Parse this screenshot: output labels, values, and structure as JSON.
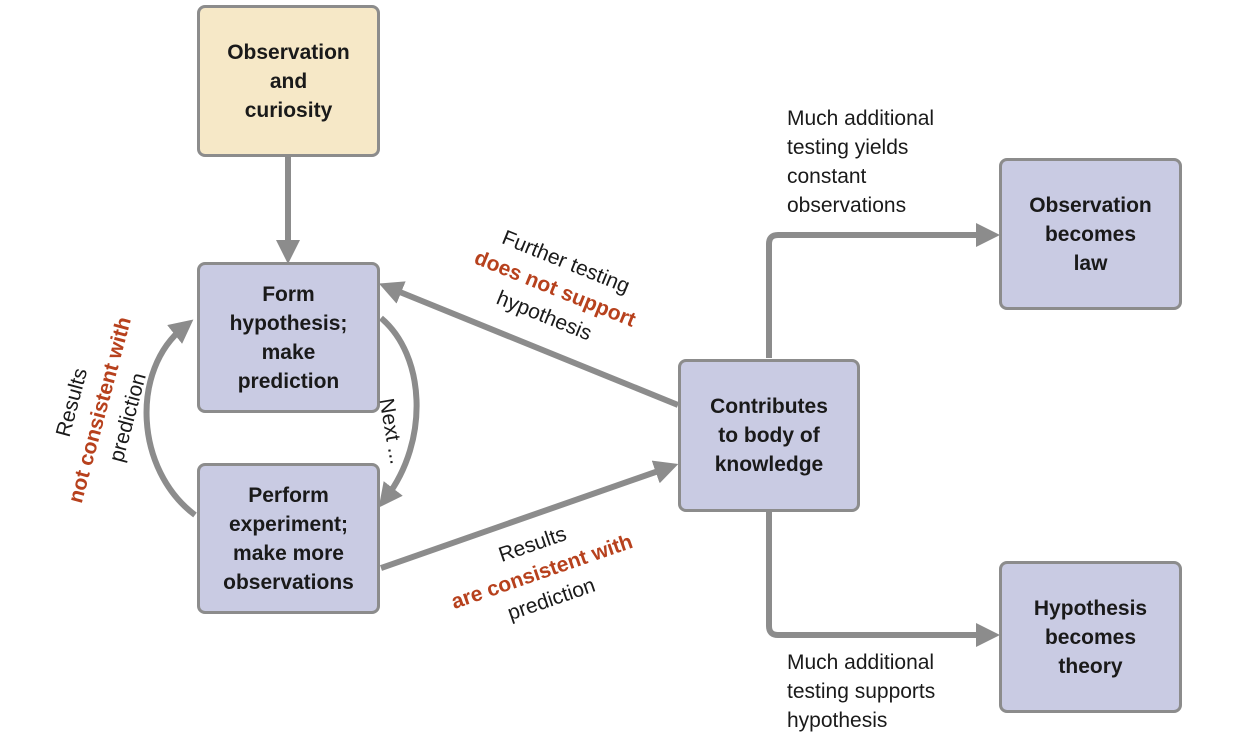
{
  "boxes": {
    "observation": [
      "Observation",
      "and",
      "curiosity"
    ],
    "hypothesis": [
      "Form",
      "hypothesis;",
      "make",
      "prediction"
    ],
    "experiment": [
      "Perform",
      "experiment;",
      "make more",
      "observations"
    ],
    "knowledge": [
      "Contributes",
      "to body of",
      "knowledge"
    ],
    "law": [
      "Observation",
      "becomes",
      "law"
    ],
    "theory": [
      "Hypothesis",
      "becomes",
      "theory"
    ]
  },
  "labels": {
    "next": "Next ...",
    "not_consistent": {
      "line1": "Results",
      "line2": "not consistent with",
      "line3": "prediction"
    },
    "not_supported": {
      "line1": "Further testing",
      "line2": "does not support",
      "line3": "hypothesis"
    },
    "consistent": {
      "line1": "Results",
      "line2": "are consistent with",
      "line3": "prediction"
    },
    "law_path": [
      "Much additional",
      "testing yields",
      "constant",
      "observations"
    ],
    "theory_path": [
      "Much additional",
      "testing supports",
      "hypothesis"
    ]
  },
  "colors": {
    "box_fill": "#c9cbe3",
    "start_fill": "#f6e8c7",
    "border": "#8c8c8c",
    "arrow": "#8c8c8c",
    "emphasis": "#b7411d"
  }
}
